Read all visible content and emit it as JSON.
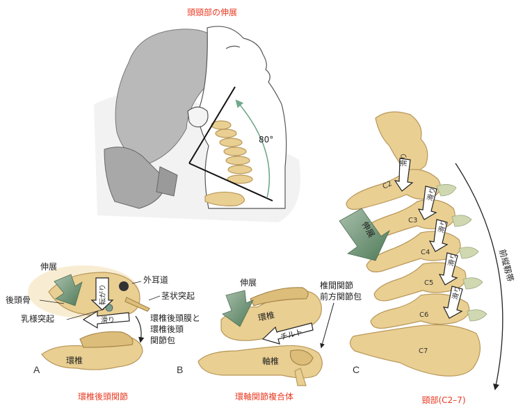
{
  "title": "頭頸部の伸展",
  "colors": {
    "caption": "#e83820",
    "bone": "#e9cf92",
    "arrow_green": "#6f8f74",
    "arc_green": "#6fa88a"
  },
  "head_panel": {
    "angle_label": "80°"
  },
  "panel_a": {
    "letter": "A",
    "caption": "環椎後頭関節",
    "labels": {
      "extension": "伸展",
      "occipital": "後頭骨",
      "mastoid": "乳様突起",
      "ear_canal": "外耳道",
      "styloid": "茎状突起",
      "membrane_line1": "環椎後頭膜と",
      "membrane_line2": "環椎後頭",
      "membrane_line3": "関節包",
      "roll": "転がり",
      "slide": "滑り",
      "atlas": "環椎"
    }
  },
  "panel_b": {
    "letter": "B",
    "caption": "環軸関節複合体",
    "labels": {
      "extension": "伸展",
      "atlas": "環椎",
      "axis": "軸椎",
      "tilt": "チルト",
      "facet_line1": "椎間関節",
      "facet_line2": "前方関節包"
    }
  },
  "panel_c": {
    "letter": "C",
    "caption": "頸部(C2–7)",
    "labels": {
      "extension": "伸展",
      "ligament": "前縦靱帯",
      "slide": "滑り",
      "vertebrae": [
        "C2",
        "C3",
        "C4",
        "C5",
        "C6",
        "C7"
      ]
    }
  }
}
